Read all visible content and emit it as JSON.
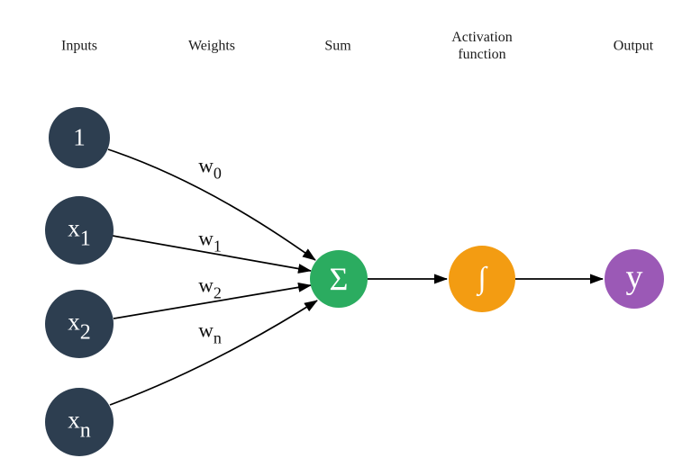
{
  "diagram": {
    "subject": "perceptron-neuron-diagram",
    "column_headers": [
      {
        "label": "Inputs"
      },
      {
        "label": "Weights"
      },
      {
        "label": "Sum"
      },
      {
        "label": "Activation function"
      },
      {
        "label": "Output"
      }
    ],
    "input_nodes": [
      {
        "base": "1",
        "sub": ""
      },
      {
        "base": "x",
        "sub": "1"
      },
      {
        "base": "x",
        "sub": "2"
      },
      {
        "base": "x",
        "sub": "n"
      }
    ],
    "weight_labels": [
      {
        "base": "w",
        "sub": "0"
      },
      {
        "base": "w",
        "sub": "1"
      },
      {
        "base": "w",
        "sub": "2"
      },
      {
        "base": "w",
        "sub": "n"
      }
    ],
    "process_nodes": {
      "sum": {
        "symbol": "Σ",
        "color": "#2bac60"
      },
      "activation": {
        "symbol": "∫",
        "color": "#f39c12"
      },
      "output": {
        "symbol": "y",
        "color": "#9b59b6"
      }
    },
    "colors": {
      "input_node": "#2d3e50",
      "connector": "#000000",
      "node_text": "#ffffff",
      "label_text": "#1b1b1b"
    }
  }
}
